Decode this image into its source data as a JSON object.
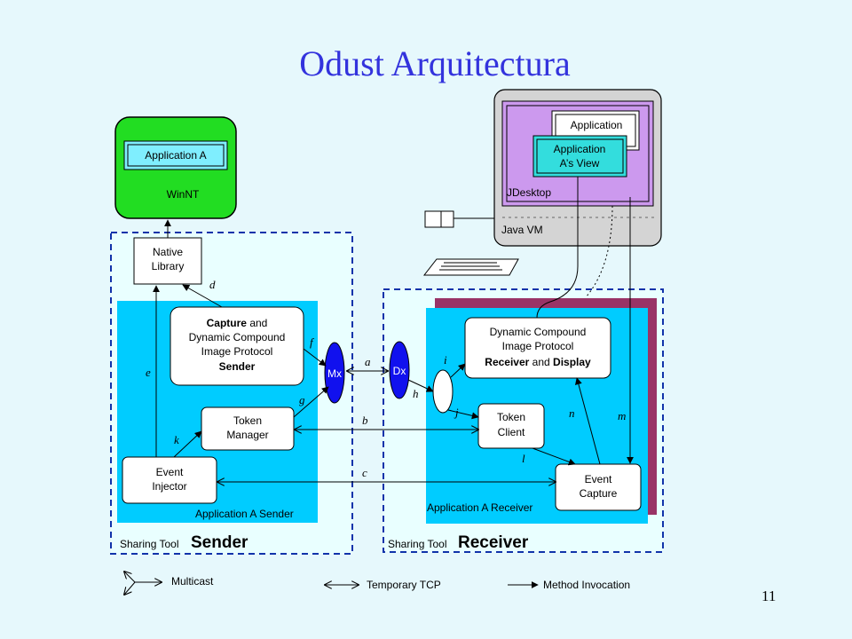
{
  "title": "Odust Arquitectura",
  "page_number": "11",
  "winnt": {
    "app": "Application A",
    "os": "WinNT"
  },
  "javavm": {
    "application": "Application",
    "app_view_1": "Application",
    "app_view_2": "A’s View",
    "jdesktop": "JDesktop",
    "label": "Java VM"
  },
  "sender": {
    "native_lib_1": "Native",
    "native_lib_2": "Library",
    "capture_1_bold": "Capture",
    "capture_1_rest": " and",
    "capture_2": "Dynamic Compound",
    "capture_3": "Image Protocol",
    "capture_4": "Sender",
    "token_1": "Token",
    "token_2": "Manager",
    "event_1": "Event",
    "event_2": "Injector",
    "app_label": "Application A Sender",
    "tool_small": "Sharing Tool",
    "tool_big": "Sender"
  },
  "receiver": {
    "dcip_1": "Dynamic Compound",
    "dcip_2": "Image Protocol",
    "dcip_3a": "Receiver",
    "dcip_3b": " and ",
    "dcip_3c": "Display",
    "token_1": "Token",
    "token_2": "Client",
    "event_1": "Event",
    "event_2": "Capture",
    "app_label": "Application A Receiver",
    "tool_small": "Sharing Tool",
    "tool_big": "Receiver"
  },
  "mx": "Mx",
  "dx": "Dx",
  "arrow_labels": {
    "a": "a",
    "b": "b",
    "c": "c",
    "d": "d",
    "e": "e",
    "f": "f",
    "g": "g",
    "h": "h",
    "i": "i",
    "j": "j",
    "k": "k",
    "l": "l",
    "m": "m",
    "n": "n"
  },
  "legend": {
    "multicast": "Multicast",
    "tcp": "Temporary TCP",
    "method": "Method Invocation"
  }
}
